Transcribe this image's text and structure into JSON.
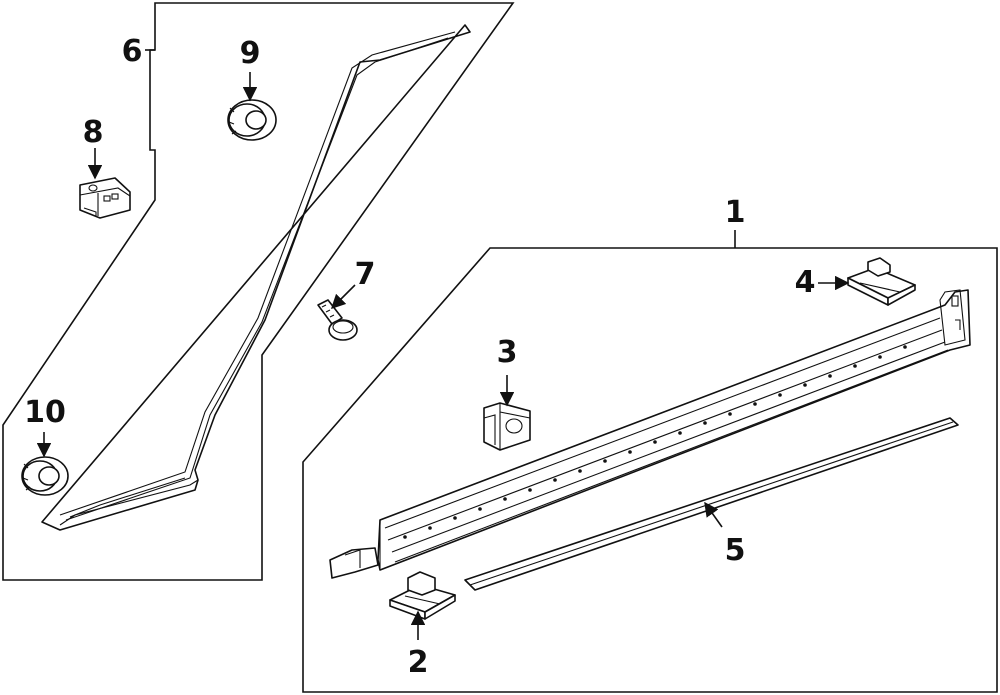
{
  "callouts": {
    "c1": "1",
    "c2": "2",
    "c3": "3",
    "c4": "4",
    "c5": "5",
    "c6": "6",
    "c7": "7",
    "c8": "8",
    "c9": "9",
    "c10": "10"
  },
  "colors": {
    "ink": "#111111",
    "background": "#ffffff"
  }
}
